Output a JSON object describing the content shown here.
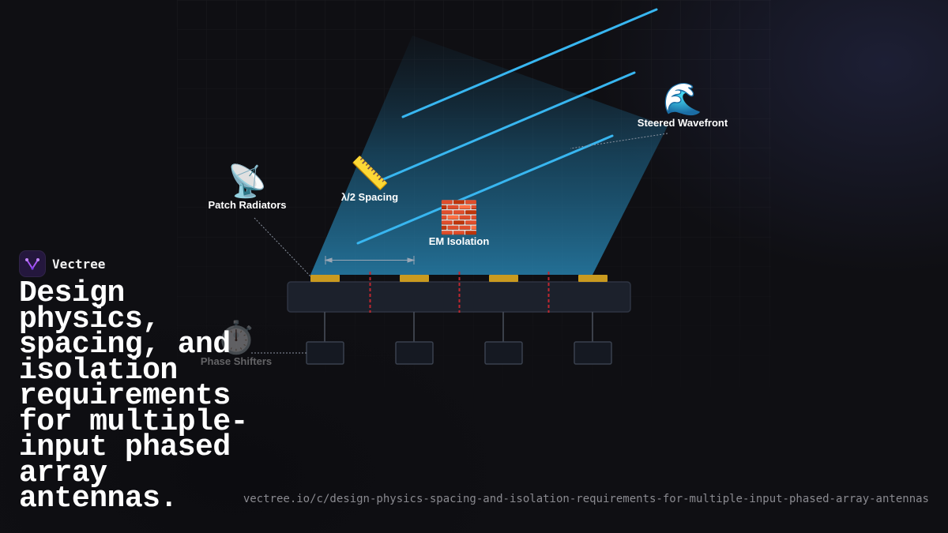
{
  "brand": {
    "name": "Vectree",
    "logo_icon": "vectree-logo-icon",
    "logo_color": "#a855f7"
  },
  "headline": "Design physics, spacing, and isolation requirements for multiple-input phased array antennas.",
  "url": "vectree.io/c/design-physics-spacing-and-isolation-requirements-for-multiple-input-phased-array-antennas",
  "diagram": {
    "labels": {
      "patch_radiators": {
        "emoji": "📡",
        "text": "Patch Radiators",
        "icon": "satellite-antenna-icon"
      },
      "spacing": {
        "emoji": "📏",
        "text": "λ/2 Spacing",
        "icon": "ruler-icon"
      },
      "em_isolation": {
        "emoji": "🧱",
        "text": "EM Isolation",
        "icon": "brick-wall-icon"
      },
      "steered_wavefront": {
        "emoji": "🌊",
        "text": "Steered Wavefront",
        "icon": "wave-icon"
      },
      "phase_shifters": {
        "emoji": "⏱️",
        "text": "Phase Shifters",
        "icon": "stopwatch-icon"
      }
    },
    "colors": {
      "wavefront": "#38b6f0",
      "patch": "#c99a1f",
      "isolation": "#c0282f",
      "beam": "#2a8fc0",
      "substrate": "#1c212c"
    },
    "element_count": 4,
    "wavefront_count": 3
  }
}
